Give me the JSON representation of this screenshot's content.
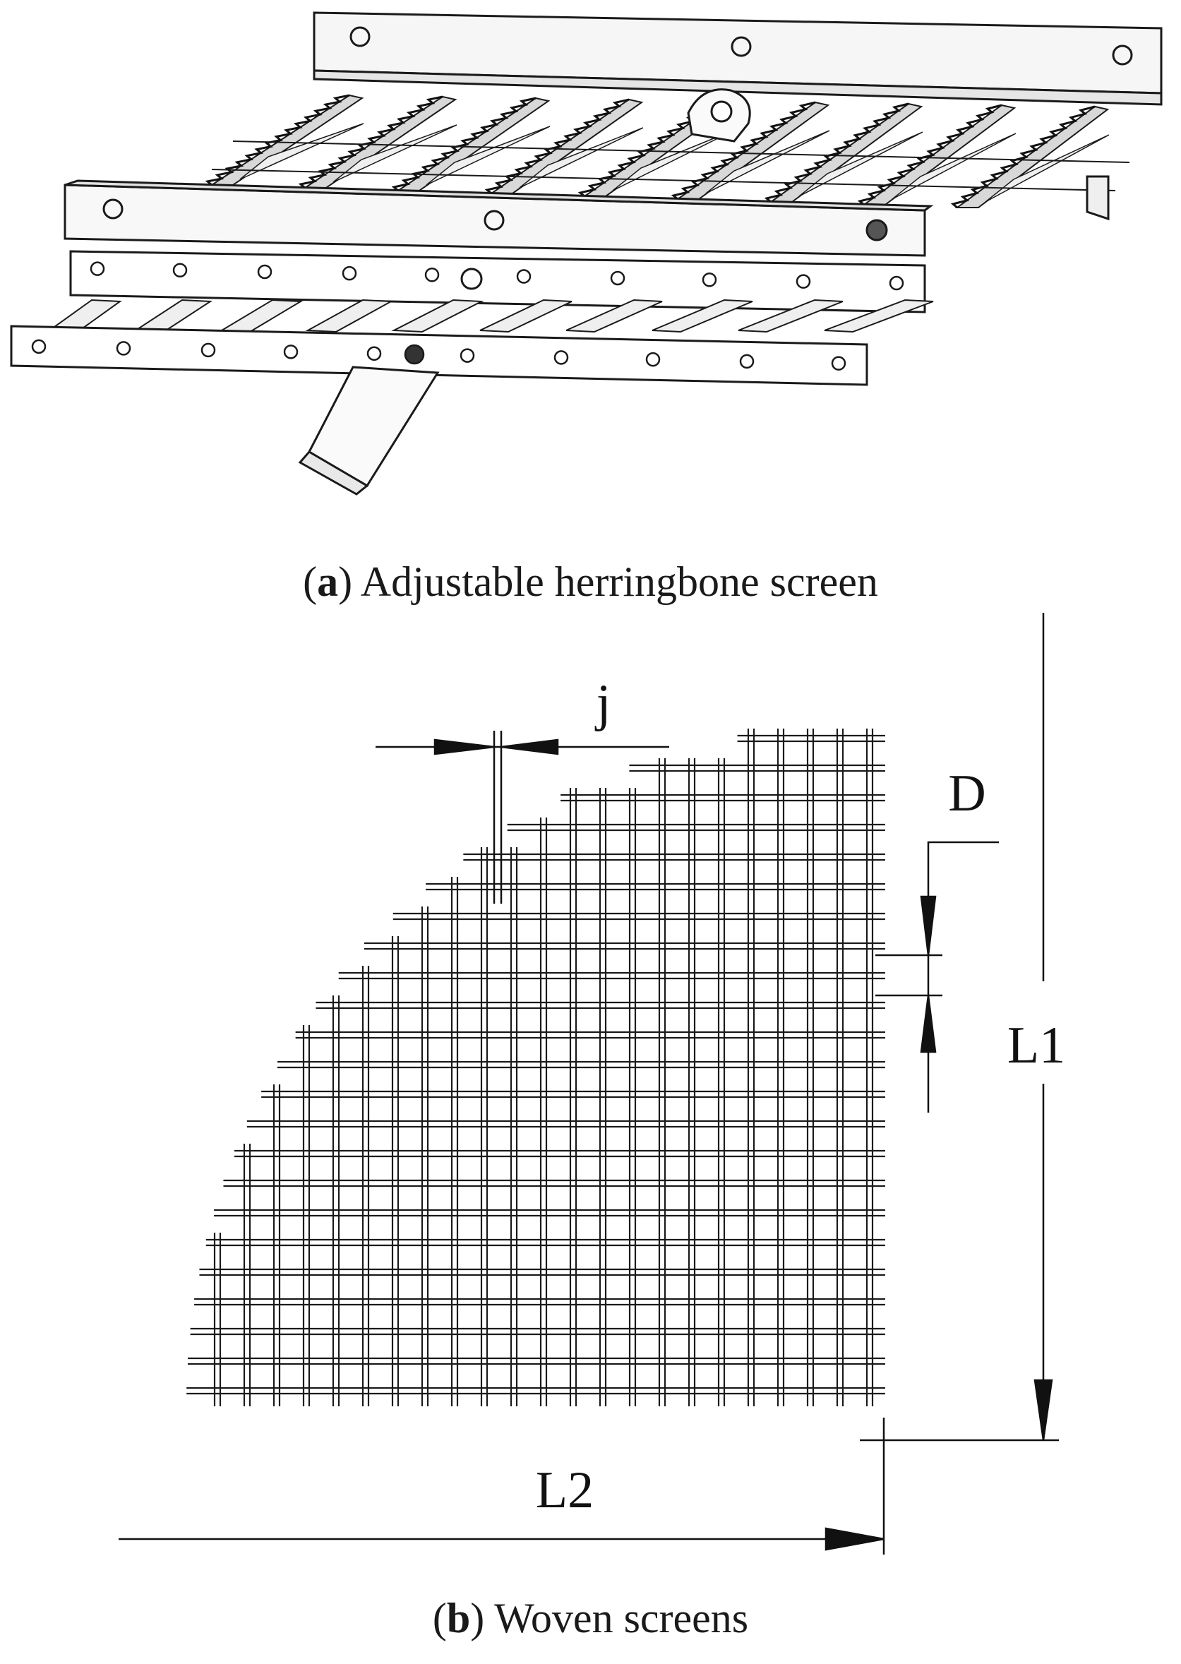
{
  "figure": {
    "panel_a": {
      "letter": "a",
      "caption": "Adjustable herringbone screen"
    },
    "panel_b": {
      "letter": "b",
      "caption": "Woven screens",
      "dimension_labels": {
        "wire_diameter": "j",
        "aperture": "D",
        "height": "L1",
        "width": "L2"
      }
    }
  },
  "colors": {
    "line": "#1a1a1a",
    "fill_light": "#f4f4f4",
    "background": "#ffffff"
  }
}
